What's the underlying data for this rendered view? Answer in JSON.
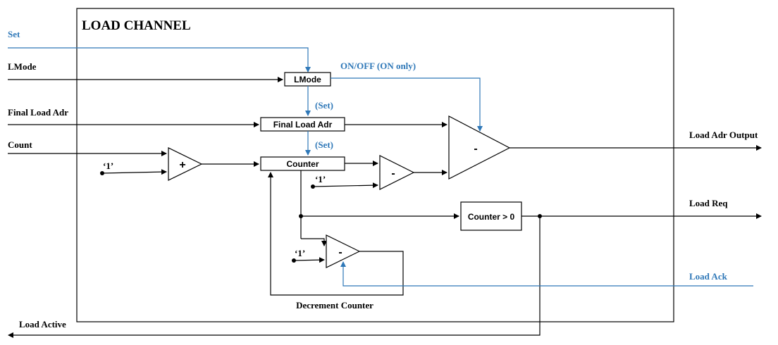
{
  "title": "LOAD CHANNEL",
  "inputs": {
    "set": "Set",
    "lmode": "LMode",
    "final_load_adr": "Final Load Adr",
    "count": "Count",
    "load_ack": "Load Ack"
  },
  "outputs": {
    "load_adr_output": "Load Adr Output",
    "load_req": "Load Req",
    "load_active": "Load Active"
  },
  "blocks": {
    "lmode": "LMode",
    "final_load_adr": "Final Load Adr",
    "counter": "Counter",
    "counter_gt_zero": "Counter > 0"
  },
  "operators": {
    "add": "+",
    "sub_counter": "-",
    "sub_compare": "-",
    "sub_decrement": "-"
  },
  "annotations": {
    "on_off": "ON/OFF (ON only)",
    "set_final": "(Set)",
    "set_counter": "(Set)",
    "const_add": "‘1’",
    "const_sub": "‘1’",
    "const_decrement": "‘1’",
    "decrement_counter": "Decrement Counter"
  },
  "colors": {
    "control_signal": "#2f78b8",
    "data_signal": "#000000"
  }
}
